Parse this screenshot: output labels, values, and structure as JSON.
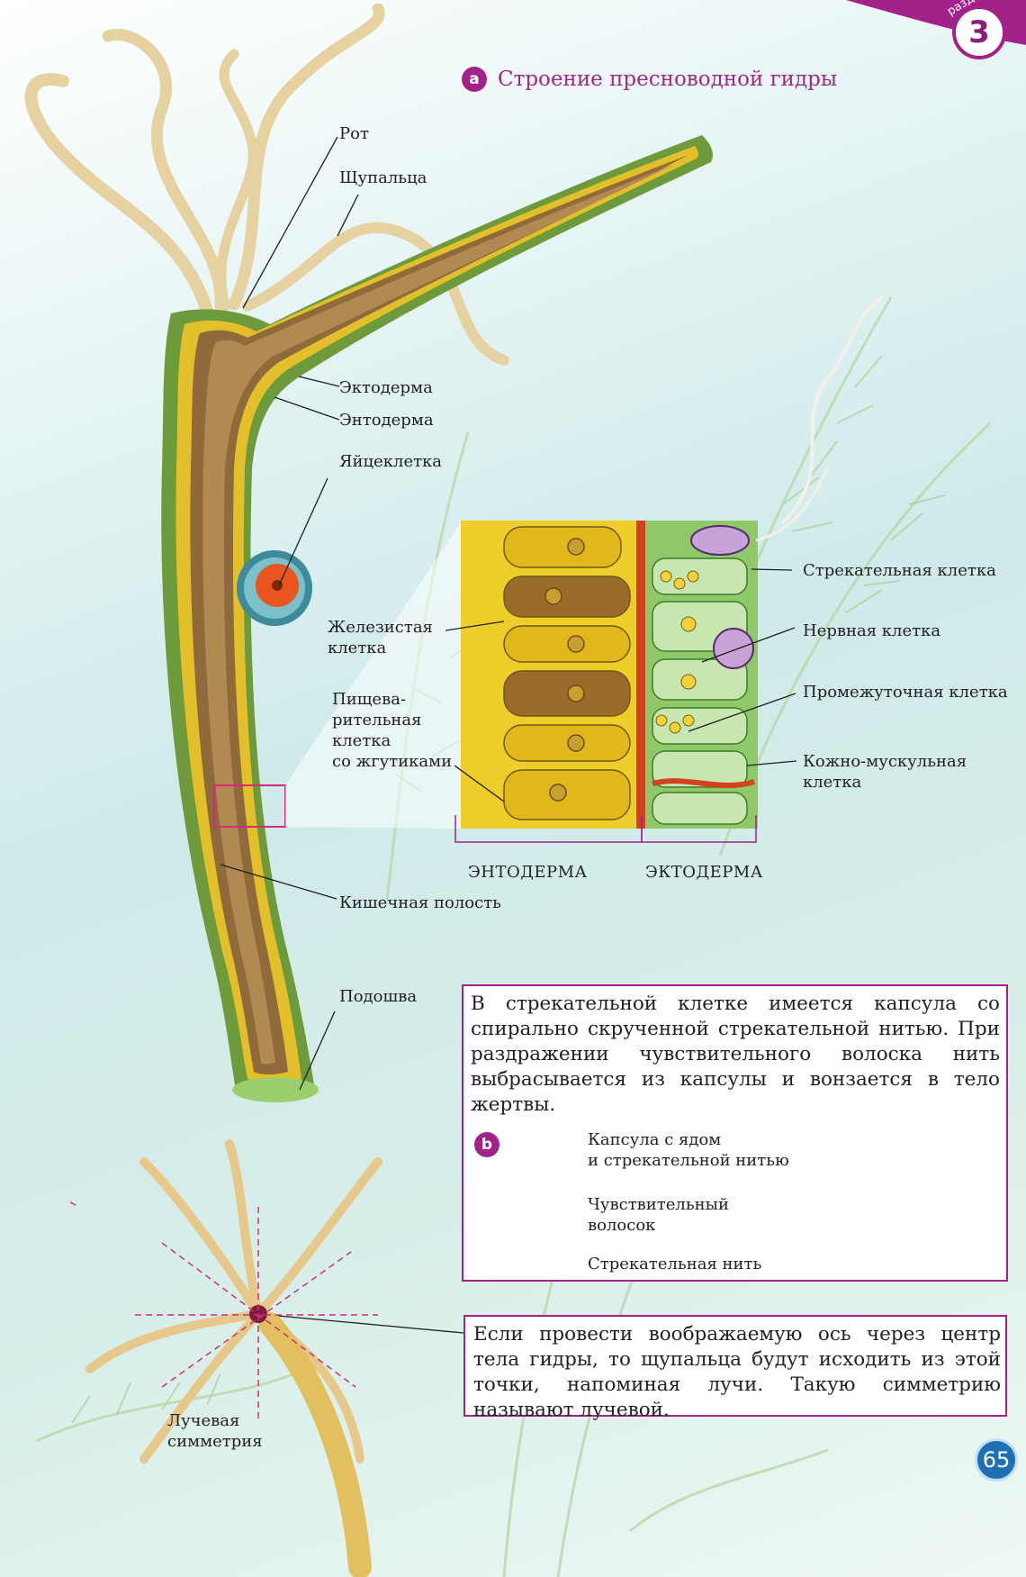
{
  "section": {
    "word": "раздел",
    "number": "3"
  },
  "figure_a": {
    "marker": "a",
    "title": "Строение пресноводной гидры",
    "labels": {
      "mouth": "Рот",
      "tentacles": "Щупальца",
      "ectoderm": "Эктодерма",
      "endoderm": "Энтодерма",
      "egg_cell": "Яйцеклетка",
      "glandular_cell": [
        "Железистая",
        "клетка"
      ],
      "digestive_cell": [
        "Пищева-",
        "рительная",
        "клетка",
        "со жгутиками"
      ],
      "stinging_cell": "Стрекательная клетка",
      "nerve_cell": "Нервная клетка",
      "intermediate_cell": "Промежуточная клетка",
      "skin_muscle_cell": [
        "Кожно-мускульная",
        "клетка"
      ],
      "endoderm_caps": "ЭНТОДЕРМА",
      "ectoderm_caps": "ЭКТОДЕРМА",
      "gut_cavity": "Кишечная полость",
      "sole": "Подошва",
      "radial_symmetry": [
        "Лучевая",
        "симметрия"
      ]
    }
  },
  "info_box_1": {
    "text": "В стрекательной клетке имеется капсула со спирально скрученной стрекательной нитью. При раздражении чувствительного волоска нить выбрасывается из капсулы и вонзается в тело жертвы."
  },
  "figure_b": {
    "marker": "b",
    "labels": {
      "capsule": [
        "Капсула с ядом",
        "и стрекательной нитью"
      ],
      "sensitive_hair": [
        "Чувствительный",
        "волосок"
      ],
      "stinging_thread": "Стрекательная нить"
    }
  },
  "info_box_2": {
    "text": "Если провести воображаемую ось через центр тела гидры, то щупальца будут исходить из этой точки, напоминая лучи. Такую симметрию называют лучевой."
  },
  "page_number": "65",
  "colors": {
    "accent": "#a2228a",
    "ectoderm_green": "#7bb04a",
    "endoderm_yellow": "#e9c12c",
    "glandular_brown": "#9a6b2b",
    "egg_orange": "#e8551e",
    "nerve_red": "#d2421f",
    "stinging_capsule_lilac": "#c7a3d8"
  }
}
